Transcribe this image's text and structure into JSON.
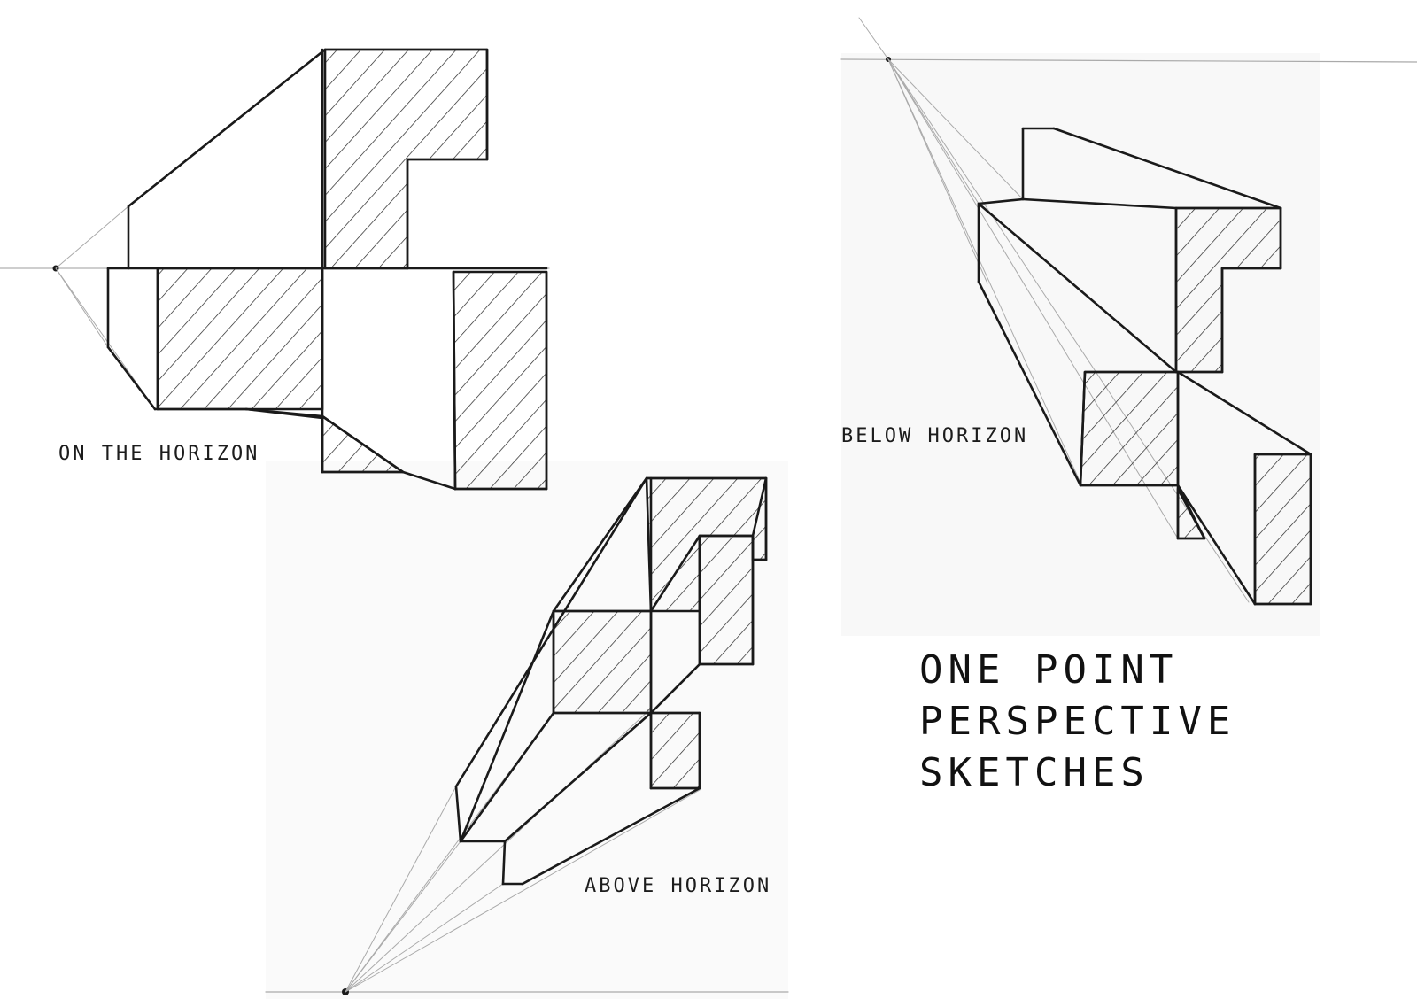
{
  "labels": {
    "on_horizon": "ON THE HORIZON",
    "below_horizon": "BELOW HORIZON",
    "above_horizon": "ABOVE HORIZON"
  },
  "title": {
    "line1": "ONE POINT",
    "line2": "PERSPECTIVE",
    "line3": "SKETCHES"
  },
  "colors": {
    "ink": "#1a1a1a",
    "guide": "#9a9a9a",
    "hatch": "#222222",
    "paper": "#ffffff",
    "panel": "#f7f7f7"
  }
}
